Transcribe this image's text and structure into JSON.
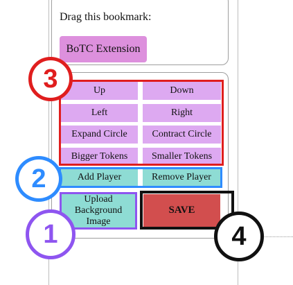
{
  "bookmark": {
    "instruction": "Drag this bookmark:",
    "button_label": "BoTC Extension"
  },
  "controls": {
    "up": "Up",
    "down": "Down",
    "left": "Left",
    "right": "Right",
    "expand_circle": "Expand Circle",
    "contract_circle": "Contract Circle",
    "bigger_tokens": "Bigger Tokens",
    "smaller_tokens": "Smaller Tokens",
    "add_player": "Add Player",
    "remove_player": "Remove Player",
    "upload_background": "Upload Background Image",
    "save": "SAVE"
  },
  "callouts": {
    "one": "1",
    "two": "2",
    "three": "3",
    "four": "4"
  },
  "colors": {
    "bookmark_button": "#dd90dd",
    "purple_button": "#dda9f1",
    "teal_button": "#8edcd4",
    "save_button": "#d24e4e",
    "callout_red": "#e01e1e",
    "callout_blue": "#2e8cff",
    "callout_purple": "#8e55f0",
    "callout_black": "#111111"
  }
}
